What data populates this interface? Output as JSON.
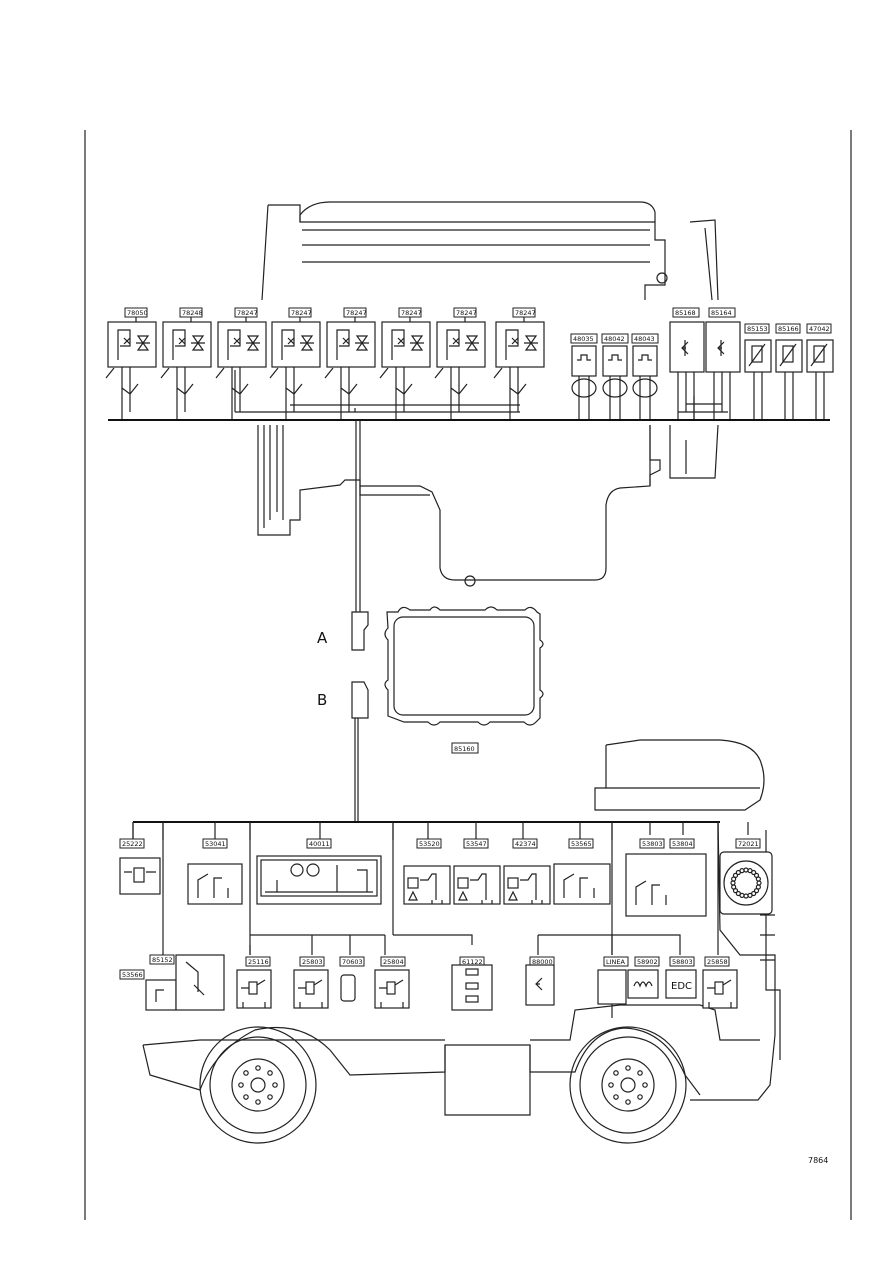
{
  "sensors_top": [
    "78050",
    "78248",
    "78247",
    "78247",
    "78247",
    "78247",
    "78247",
    "78247"
  ],
  "sensors_mid": [
    "48035",
    "48042",
    "48043"
  ],
  "sensors_right": [
    "85168",
    "85164",
    "85153",
    "85166",
    "47042"
  ],
  "connectors": {
    "a": "A",
    "b": "B"
  },
  "ecu_code": "85160",
  "cab_row1": [
    "25222",
    "53041",
    "40011",
    "53520",
    "53547",
    "42374",
    "53565",
    "53803",
    "53804",
    "72021"
  ],
  "cab_row2": [
    "85152",
    "53566",
    "25116",
    "25803",
    "70603",
    "25804",
    "61122",
    "88000",
    "LINEA",
    "58902",
    "58803",
    "25858"
  ],
  "edc_text": "EDC",
  "figure_number": "7864"
}
